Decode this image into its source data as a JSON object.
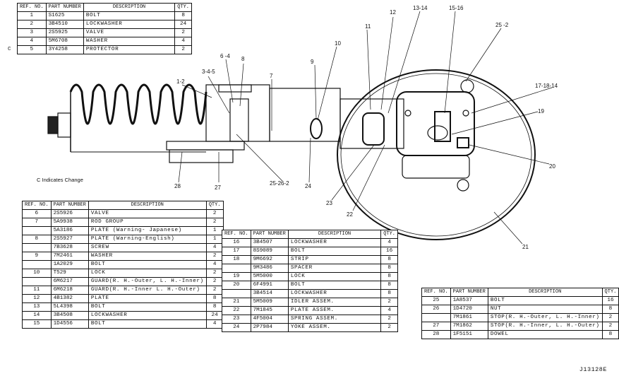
{
  "headers": {
    "ref": "REF. NO.",
    "part": "PART NUMBER",
    "desc": "DESCRIPTION",
    "qty": "QTY."
  },
  "tables": [
    {
      "name": "table-top-left",
      "rows": [
        {
          "ref": "1",
          "mark": "",
          "part": "S1625",
          "desc": "BOLT",
          "qty": "8"
        },
        {
          "ref": "2",
          "mark": "",
          "part": "3B4510",
          "desc": "LOCKWASHER",
          "qty": "24"
        },
        {
          "ref": "3",
          "mark": "",
          "part": "2S5925",
          "desc": "VALVE",
          "qty": "2"
        },
        {
          "ref": "4",
          "mark": "",
          "part": "5M6708",
          "desc": "WASHER",
          "qty": "4"
        },
        {
          "ref": "5",
          "mark": "C",
          "part": "3Y4258",
          "desc": "PROTECTOR",
          "qty": "2"
        }
      ]
    },
    {
      "name": "table-bottom-left",
      "rows": [
        {
          "ref": "6",
          "part": "2S5926",
          "desc": "VALVE",
          "qty": "2"
        },
        {
          "ref": "7",
          "part": "5A9938",
          "desc": "ROD GROUP",
          "qty": "2"
        },
        {
          "ref": "",
          "part": "5A3186",
          "desc": "    PLATE (Warning- Japanese)",
          "qty": "1"
        },
        {
          "ref": "8",
          "part": "2S5927",
          "desc": "    PLATE (Warning-English)",
          "qty": "1"
        },
        {
          "ref": "",
          "part": "7B3628",
          "desc": "    SCREW",
          "qty": "4"
        },
        {
          "ref": "9",
          "part": "7M2461",
          "desc": "WASHER",
          "qty": "2"
        },
        {
          "ref": "",
          "part": "1A2029",
          "desc": "BOLT",
          "qty": "4"
        },
        {
          "ref": "10",
          "part": "T529",
          "desc": "LOCK",
          "qty": "2"
        },
        {
          "ref": "",
          "part": "6M6217",
          "desc": "GUARD(R. H.-Outer, L. H.-Inner)",
          "qty": "2"
        },
        {
          "ref": "11",
          "part": "6M6218",
          "desc": "GUARD(R. H.-Inner L. H.-Outer)",
          "qty": "2"
        },
        {
          "ref": "12",
          "part": "4B1382",
          "desc": "PLATE",
          "qty": "8"
        },
        {
          "ref": "13",
          "part": "5L4398",
          "desc": "BOLT",
          "qty": "8"
        },
        {
          "ref": "14",
          "part": "3B4508",
          "desc": "LOCKWASHER",
          "qty": "24"
        },
        {
          "ref": "15",
          "part": "1D4556",
          "desc": "BOLT",
          "qty": "4"
        }
      ]
    },
    {
      "name": "table-bottom-middle",
      "rows": [
        {
          "ref": "16",
          "part": "3B4507",
          "desc": "LOCKWASHER",
          "qty": "4"
        },
        {
          "ref": "17",
          "part": "8S9089",
          "desc": "BOLT",
          "qty": "16"
        },
        {
          "ref": "18",
          "part": "9M6692",
          "desc": "STRIP",
          "qty": "8"
        },
        {
          "ref": "",
          "part": "9M3486",
          "desc": "SPACER",
          "qty": "8"
        },
        {
          "ref": "19",
          "part": "5M5000",
          "desc": "LOCK",
          "qty": "8"
        },
        {
          "ref": "20",
          "part": "6F4991",
          "desc": "BOLT",
          "qty": "8"
        },
        {
          "ref": "",
          "part": "3B4514",
          "desc": "LOCKWASHER",
          "qty": "8"
        },
        {
          "ref": "21",
          "part": "5M5009",
          "desc": "IDLER ASSEM.",
          "qty": "2"
        },
        {
          "ref": "22",
          "part": "7M1845",
          "desc": "PLATE ASSEM.",
          "qty": "4"
        },
        {
          "ref": "23",
          "part": "4F5004",
          "desc": "SPRING ASSEM.",
          "qty": "2"
        },
        {
          "ref": "24",
          "part": "2P7984",
          "desc": "YOKE ASSEM.",
          "qty": "2"
        }
      ]
    },
    {
      "name": "table-bottom-right",
      "rows": [
        {
          "ref": "25",
          "part": "1A8537",
          "desc": "BOLT",
          "qty": "16"
        },
        {
          "ref": "26",
          "part": "1D4720",
          "desc": "NUT",
          "qty": "8"
        },
        {
          "ref": "",
          "part": "7M1861",
          "desc": "STOP(R. H.-Outer, L. H.-Inner)",
          "qty": "2"
        },
        {
          "ref": "27",
          "part": "7M1862",
          "desc": "STOP(R. H.-Inner, L. H.-Outer)",
          "qty": "2"
        },
        {
          "ref": "28",
          "part": "1F5151",
          "desc": "DOWEL",
          "qty": "8"
        }
      ]
    }
  ],
  "callouts": [
    "1-2",
    "3-4-5",
    "6 -4",
    "8",
    "7",
    "9",
    "10",
    "11",
    "12",
    "13-14",
    "15-16",
    "25 -2",
    "17-18-14",
    "19",
    "20",
    "21",
    "22",
    "23",
    "24",
    "25-26-2",
    "27",
    "28"
  ],
  "note": "C   Indicates Change",
  "figure_id": "J13128E"
}
